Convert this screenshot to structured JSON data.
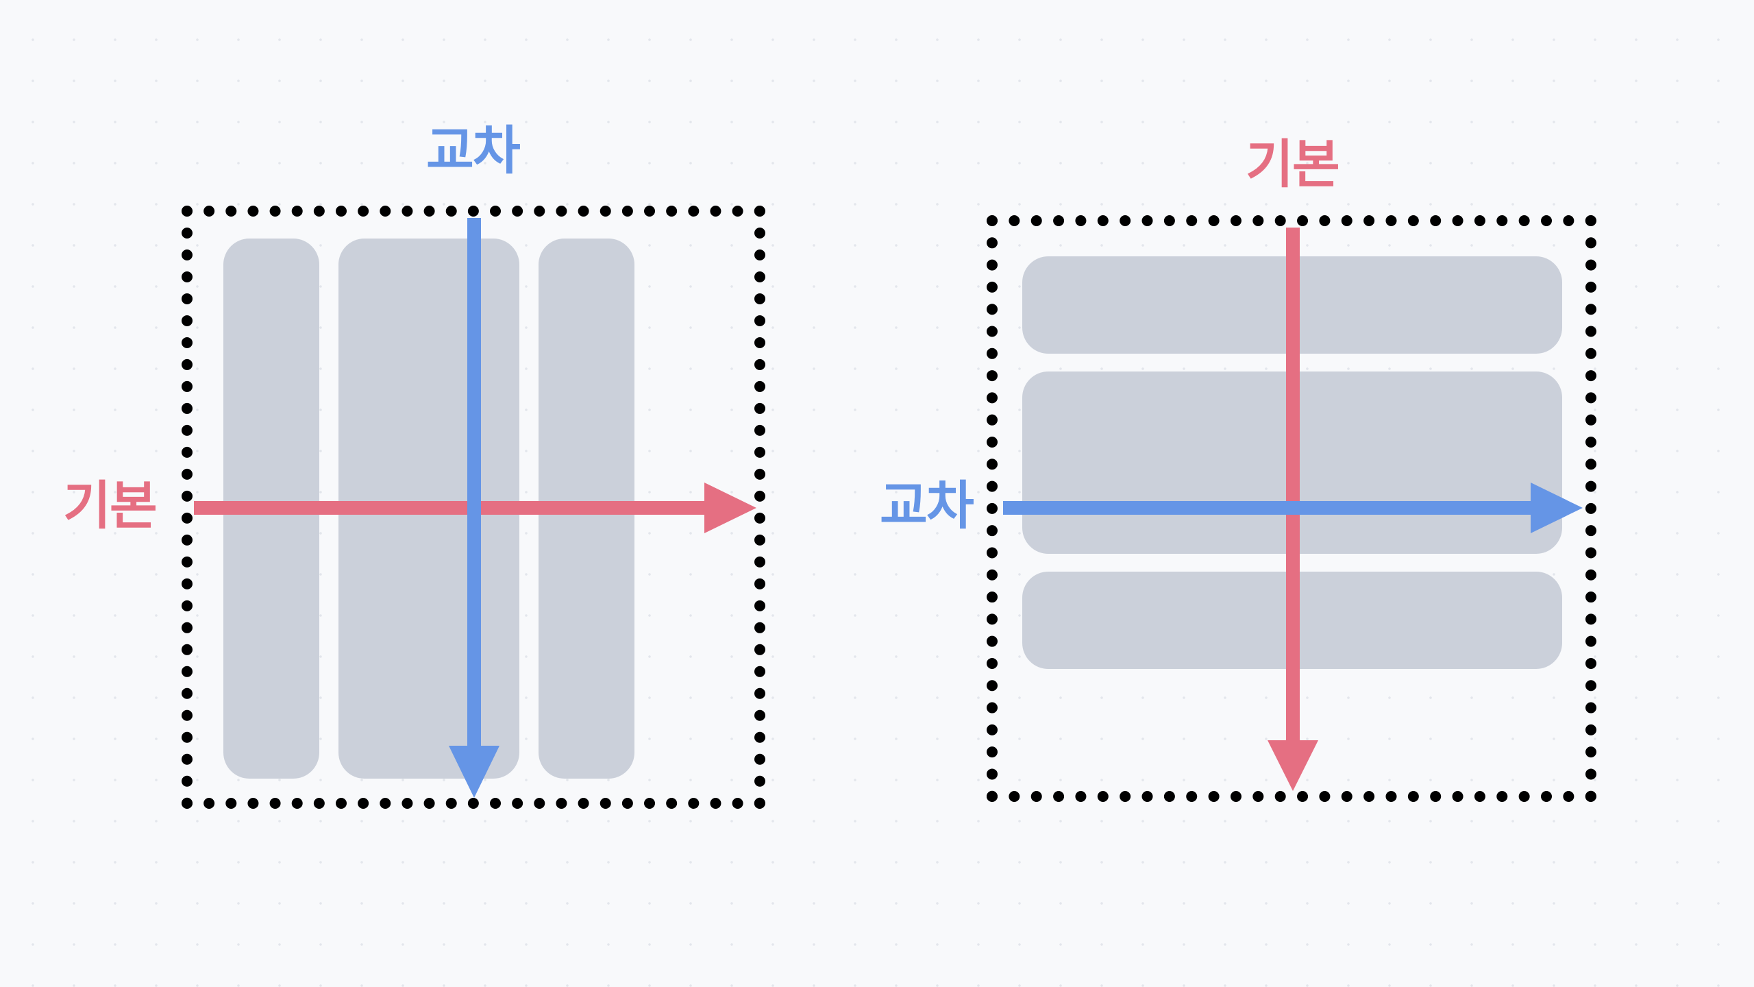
{
  "colors": {
    "main_axis": "#e56f82",
    "cross_axis": "#6595e6",
    "item_fill": "#cbd0da",
    "container_border": "#000000",
    "background": "#f8f9fb"
  },
  "left_diagram": {
    "main_label": "기본",
    "cross_label": "교차",
    "item_count": 3
  },
  "right_diagram": {
    "main_label": "기본",
    "cross_label": "교차",
    "item_count": 3
  }
}
